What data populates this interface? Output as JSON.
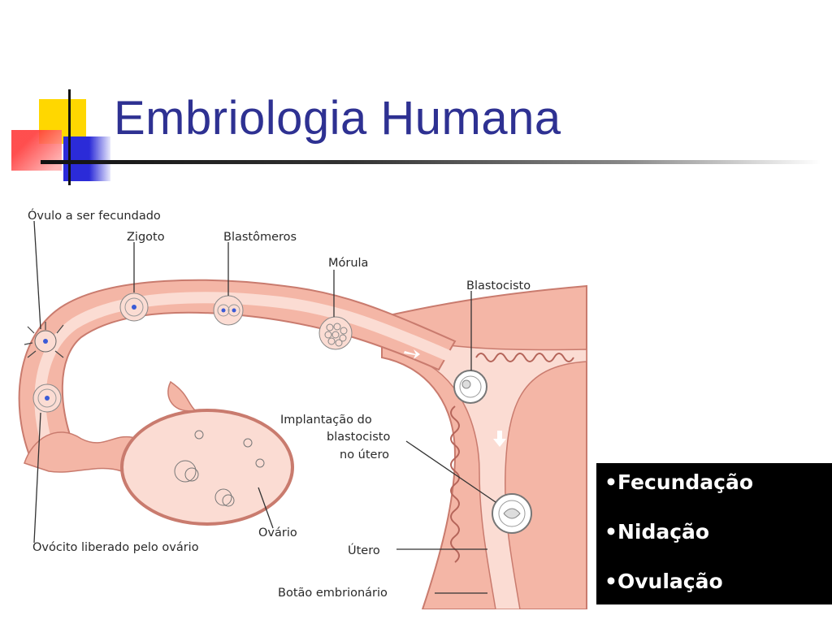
{
  "slide": {
    "title": "Embriologia Humana"
  },
  "diagram": {
    "labels": {
      "ovulo": "Óvulo a ser fecundado",
      "zigoto": "Zigoto",
      "blastomeros": "Blastômeros",
      "morula": "Mórula",
      "blastocisto": "Blastocisto",
      "implantacao_1": "Implantação do",
      "implantacao_2": "blastocisto",
      "implantacao_3": "no útero",
      "ovario": "Ovário",
      "ovocito": "Ovócito liberado pelo ovário",
      "utero": "Útero",
      "botao": "Botão embrionário"
    }
  },
  "bullets": [
    "•Fecundação",
    "•Nidação",
    "•Ovulação"
  ],
  "colors": {
    "title": "#2e3192",
    "tissue": "#f4b6a6",
    "tube_lumen": "#fbdcd3",
    "outline": "#c97b6e"
  }
}
